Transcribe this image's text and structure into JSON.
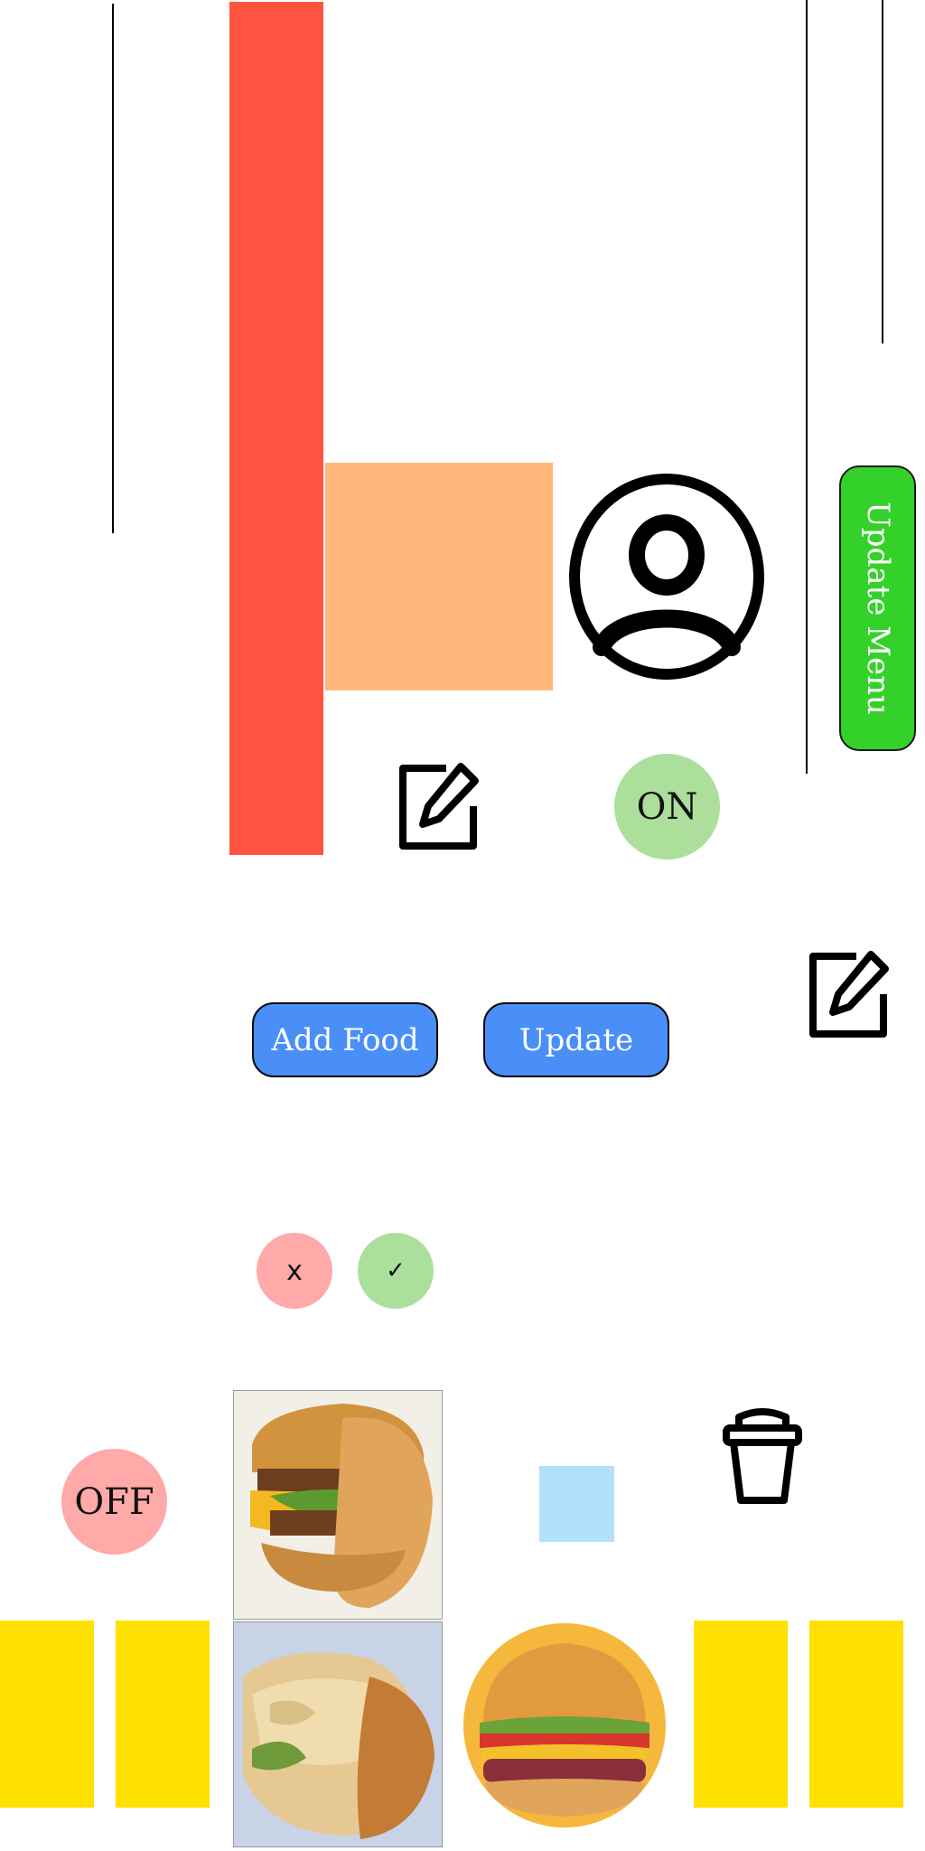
{
  "buttons": {
    "add_food": "Add Food",
    "update": "Update",
    "update_menu": "Update Menu"
  },
  "toggles": {
    "on_label": "ON",
    "off_label": "OFF",
    "cancel_label": "x",
    "confirm_label": "✓"
  },
  "icons": {
    "profile": "user-circle-icon",
    "edit": "edit-square-icon",
    "delete": "trash-cup-icon"
  },
  "colors": {
    "sidebar_red": "#ff5341",
    "peach_panel": "#ffb87a",
    "on_green": "#acdf9b",
    "off_pink": "#ffa9a9",
    "blue_button": "#4a8ff7",
    "menu_green": "#35d12b",
    "light_blue_tile": "#b3e0fb",
    "yellow_tile": "#ffe100"
  },
  "food_items": [
    {
      "image": "cheeseburger-photo"
    },
    {
      "image": "fried-chicken-sandwich-photo"
    },
    {
      "image": "round-burger-photo"
    }
  ]
}
